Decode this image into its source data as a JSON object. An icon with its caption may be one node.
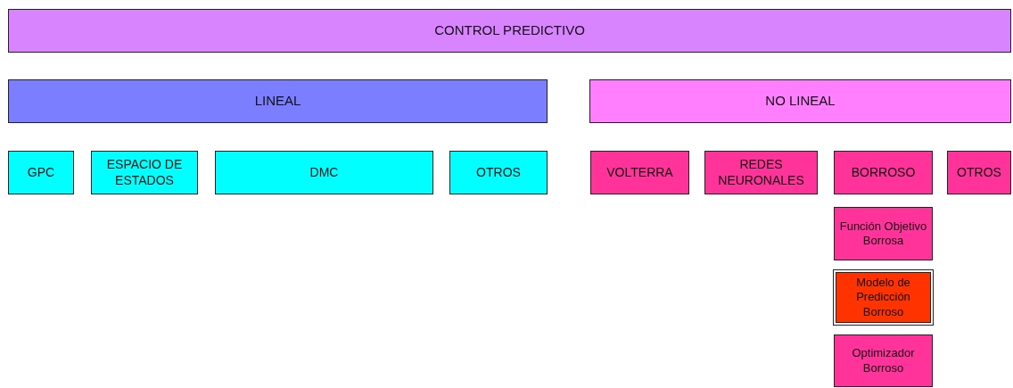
{
  "diagram": {
    "nodes": [
      {
        "text": [
          "CONTROL PREDICTIVO"
        ]
      },
      {
        "text": [
          "LINEAL"
        ]
      },
      {
        "text": [
          "NO LINEAL"
        ]
      },
      {
        "text": [
          "GPC"
        ]
      },
      {
        "text": [
          "ESPACIO DE ESTADOS"
        ]
      },
      {
        "text": [
          "DMC"
        ]
      },
      {
        "text": [
          "OTROS"
        ]
      },
      {
        "text": [
          "VOLTERRA"
        ]
      },
      {
        "text": [
          "REDES NEURONALES"
        ]
      },
      {
        "text": [
          "BORROSO"
        ]
      },
      {
        "text": [
          "OTROS"
        ]
      },
      {
        "text": [
          "Función Objetivo Borrosa"
        ]
      },
      {
        "text": [
          "Modelo de Predicción Borroso"
        ]
      },
      {
        "text": [
          "Optimizador Borroso"
        ]
      }
    ]
  }
}
